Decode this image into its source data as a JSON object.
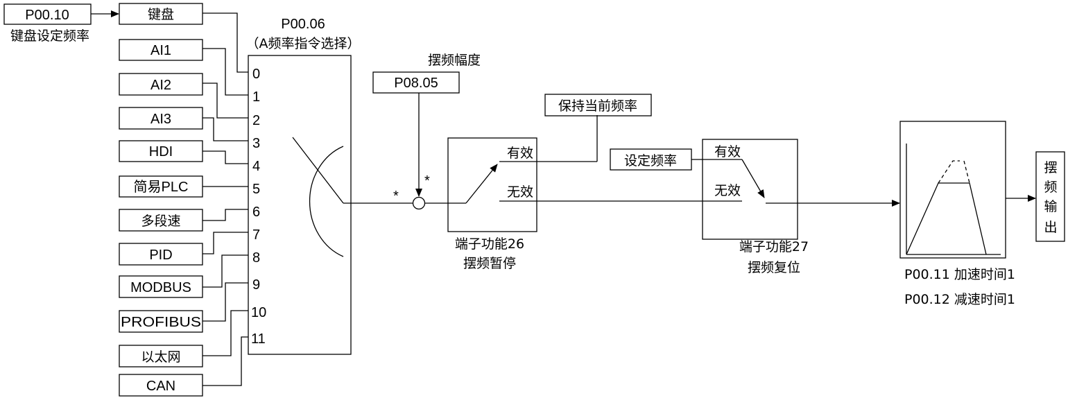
{
  "keypad_param": {
    "code": "P00.10",
    "caption": "键盘设定频率"
  },
  "selector": {
    "code": "P00.06",
    "caption": "（A频率指令选择）"
  },
  "sources": [
    "键盘",
    "AI1",
    "AI2",
    "AI3",
    "HDI",
    "简易PLC",
    "多段速",
    "PID",
    "MODBUS",
    "PROFIBUS",
    "以太网",
    "CAN"
  ],
  "ports": [
    "0",
    "1",
    "2",
    "3",
    "4",
    "5",
    "6",
    "7",
    "8",
    "9",
    "10",
    "11"
  ],
  "amplitude": {
    "caption": "摆频幅度",
    "code": "P08.05"
  },
  "star": "*",
  "hold_freq": "保持当前频率",
  "set_freq": "设定频率",
  "switch1": {
    "on": "有效",
    "off": "无效",
    "caption1": "端子功能26",
    "caption2": "摆频暂停"
  },
  "switch2": {
    "on": "有效",
    "off": "无效",
    "caption1": "端子功能27",
    "caption2": "摆频复位"
  },
  "ramp": {
    "accel": "P00.11 加速时间1",
    "decel": "P00.12  减速时间1"
  },
  "output": [
    "摆",
    "频",
    "输",
    "出"
  ]
}
